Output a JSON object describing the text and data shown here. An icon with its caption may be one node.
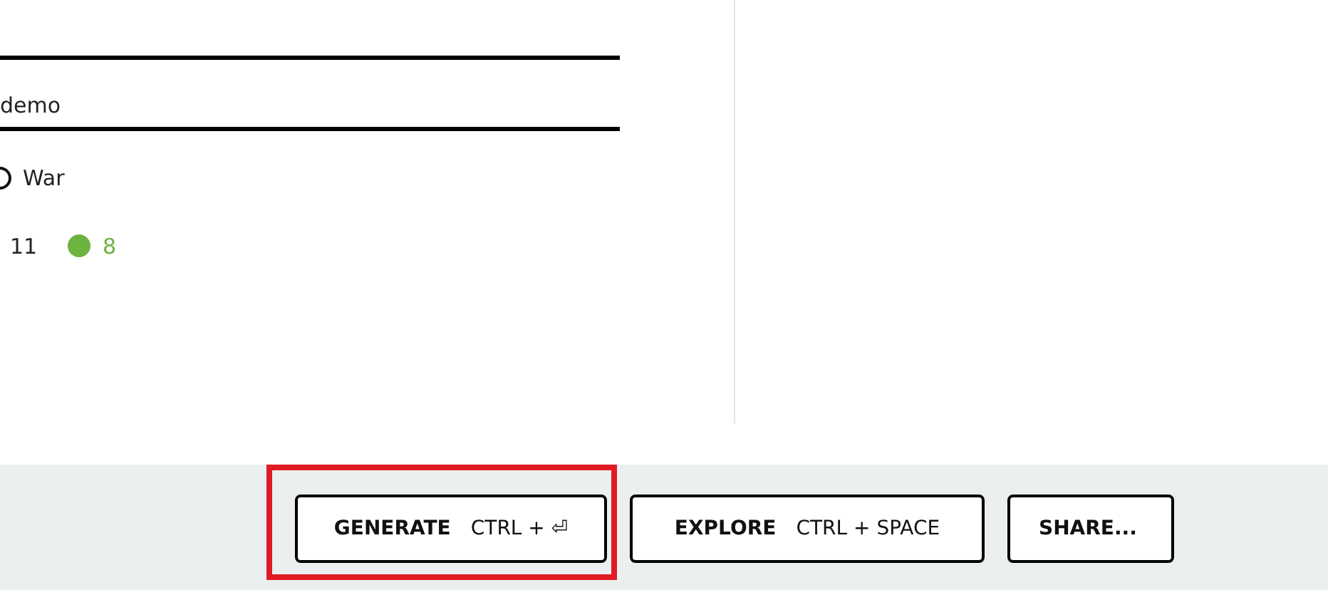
{
  "diagram": {
    "nodes": [
      {
        "text": [],
        "shape": "box"
      },
      {
        "text": [
          "GENERATE",
          "CTRL + ⏎"
        ],
        "in": 0
      },
      {
        "text": [
          "EXPLORE",
          "CTRL + SPACE"
        ]
      },
      {
        "text": [
          "SHARE..."
        ]
      }
    ],
    "labels": [
      "demo",
      "War",
      "11",
      "8"
    ]
  }
}
